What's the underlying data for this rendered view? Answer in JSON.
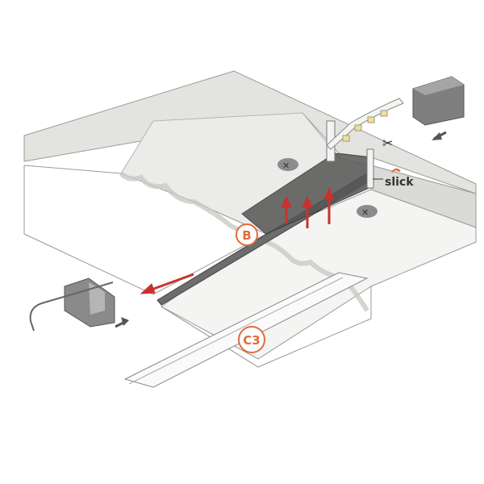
{
  "labels": {
    "brand": "slick",
    "step_b": "B",
    "step_c3": "C3"
  },
  "colors": {
    "accent": "#e46a3a",
    "arrow_red": "#c8322c",
    "slab": "#e2e2df",
    "slab_side": "#d2d2cf",
    "panel": "#ffffff",
    "profile": "#6f6f6f",
    "connector": "#8a8a8a"
  }
}
